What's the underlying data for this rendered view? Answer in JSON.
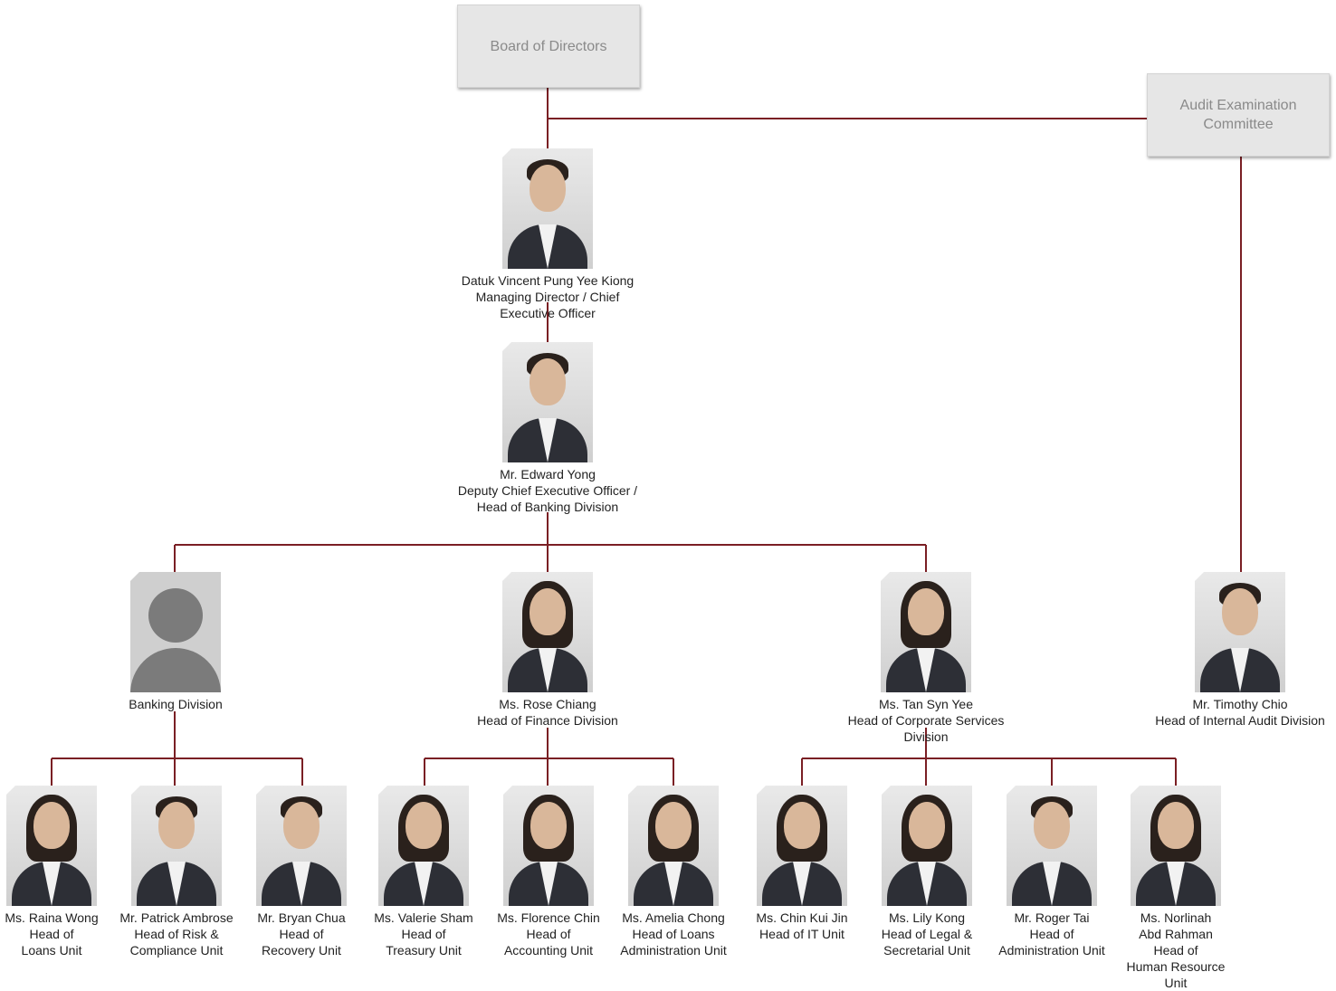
{
  "org_chart": {
    "board": {
      "label": "Board of Directors"
    },
    "audit_committee": {
      "label": "Audit Examination\nCommittee"
    },
    "people": [
      {
        "id": "ceo",
        "name": "Datuk Vincent Pung Yee Kiong",
        "title": "Managing Director / Chief Executive Officer",
        "photo": "male"
      },
      {
        "id": "dceo",
        "name": "Mr. Edward Yong",
        "title": "Deputy Chief Executive Officer /\nHead of Banking Division",
        "photo": "male"
      },
      {
        "id": "banking",
        "name": "",
        "title": "Banking Division",
        "photo": "placeholder"
      },
      {
        "id": "finance",
        "name": "Ms. Rose Chiang",
        "title": "Head of Finance Division",
        "photo": "female"
      },
      {
        "id": "corporate",
        "name": "Ms. Tan Syn Yee",
        "title": "Head of Corporate Services Division",
        "photo": "female"
      },
      {
        "id": "audit",
        "name": "Mr. Timothy Chio",
        "title": "Head of Internal Audit Division",
        "photo": "male"
      },
      {
        "id": "loans",
        "name": "Ms. Raina Wong",
        "title": "Head of\nLoans Unit",
        "photo": "female"
      },
      {
        "id": "risk",
        "name": "Mr. Patrick Ambrose",
        "title": "Head of Risk &\nCompliance  Unit",
        "photo": "male"
      },
      {
        "id": "recovery",
        "name": "Mr. Bryan Chua",
        "title": "Head of\nRecovery Unit",
        "photo": "male"
      },
      {
        "id": "treasury",
        "name": "Ms. Valerie Sham",
        "title": "Head of\nTreasury Unit",
        "photo": "female"
      },
      {
        "id": "accounting",
        "name": "Ms. Florence Chin",
        "title": "Head of\nAccounting Unit",
        "photo": "female"
      },
      {
        "id": "loansadmin",
        "name": "Ms. Amelia Chong",
        "title": "Head of Loans\nAdministration Unit",
        "photo": "female"
      },
      {
        "id": "it",
        "name": "Ms. Chin Kui Jin",
        "title": "Head of IT Unit",
        "photo": "female"
      },
      {
        "id": "legal",
        "name": "Ms. Lily Kong",
        "title": "Head of Legal &\nSecretarial Unit",
        "photo": "female"
      },
      {
        "id": "admin",
        "name": "Mr. Roger Tai",
        "title": "Head of\nAdministration Unit",
        "photo": "male"
      },
      {
        "id": "hr",
        "name": "Ms. Norlinah\nAbd Rahman",
        "title": "Head of\nHuman Resource\nUnit",
        "photo": "female"
      }
    ],
    "links": [
      [
        "board",
        "ceo"
      ],
      [
        "board",
        "audit_committee"
      ],
      [
        "audit_committee",
        "audit"
      ],
      [
        "ceo",
        "dceo"
      ],
      [
        "dceo",
        "banking"
      ],
      [
        "dceo",
        "finance"
      ],
      [
        "dceo",
        "corporate"
      ],
      [
        "banking",
        "loans"
      ],
      [
        "banking",
        "risk"
      ],
      [
        "banking",
        "recovery"
      ],
      [
        "finance",
        "treasury"
      ],
      [
        "finance",
        "accounting"
      ],
      [
        "finance",
        "loansadmin"
      ],
      [
        "corporate",
        "it"
      ],
      [
        "corporate",
        "legal"
      ],
      [
        "corporate",
        "admin"
      ],
      [
        "corporate",
        "hr"
      ]
    ],
    "colors": {
      "connector": "#7a1f24",
      "box_fill": "#e6e6e6",
      "box_text": "#8a8a8a"
    }
  }
}
